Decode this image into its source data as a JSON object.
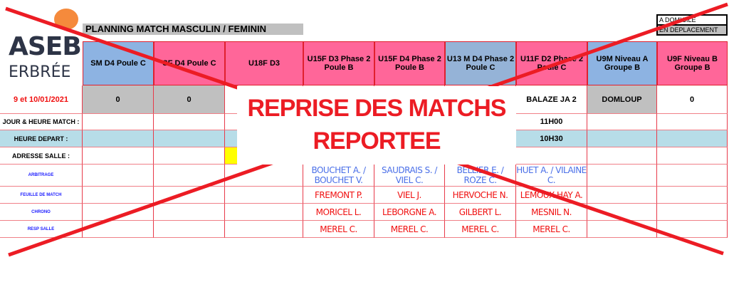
{
  "logo": {
    "line1": "ASEB",
    "line2": "ERBRÉE"
  },
  "title": "PLANNING MATCH MASCULIN / FEMININ",
  "legend": {
    "home": "A DOMICILE",
    "away": "EN DEPLACEMENT"
  },
  "date": "9 et 10/01/2021",
  "row_labels": {
    "jour": "JOUR & HEURE MATCH :",
    "depart": "HEURE DEPART :",
    "adresse": "ADRESSE SALLE :",
    "arbitrage": "ARBITRAGE",
    "feuille": "FEUILLE DE MATCH",
    "chrono": "CHRONO",
    "resp": "RESP SALLE"
  },
  "columns": [
    {
      "name": "SM D4 Poule C",
      "color": "#8db3e2",
      "opponent": "0"
    },
    {
      "name": "SF D4 Poule C",
      "color": "#ff6699",
      "opponent": "0"
    },
    {
      "name": "U18F D3",
      "color": "#ff6699"
    },
    {
      "name": "U15F D3 Phase 2 Poule B",
      "color": "#ff6699",
      "arbitrage": "BOUCHET A. / BOUCHET V.",
      "feuille": "FREMONT P.",
      "chrono": "MORICEL L.",
      "resp": "MEREL C."
    },
    {
      "name": "U15F D4 Phase 2 Poule B",
      "color": "#ff6699",
      "arbitrage": "SAUDRAIS S. / VIEL C.",
      "feuille": "VIEL J.",
      "chrono": "LEBORGNE A.",
      "resp": "MEREL C."
    },
    {
      "name": "U13 M D4 Phase 2 Poule C",
      "color": "#95b3d7",
      "arbitrage": "BELLIER E. / ROZE C.",
      "feuille": "HERVOCHE N.",
      "chrono": "GILBERT L.",
      "resp": "MEREL C."
    },
    {
      "name": "U11F D2 Phase 2 Poule C",
      "color": "#ff6699",
      "opponent": "BALAZE JA 2",
      "jour": "11H00",
      "depart": "10H30",
      "arbitrage": "HUET A. / VILAINE C.",
      "feuille": "LEMOUX-HAY A.",
      "chrono": "MESNIL N.",
      "resp": "MEREL C."
    },
    {
      "name": "U9M Niveau A Groupe B",
      "color": "#8db3e2",
      "opponent": "DOMLOUP"
    },
    {
      "name": "U9F Niveau B Groupe B",
      "color": "#ff6699",
      "opponent": "0"
    }
  ],
  "overlay": {
    "line1": "REPRISE DES MATCHS",
    "line2": "REPORTEE"
  },
  "colors": {
    "accent_red": "#ec1c24",
    "away_grey": "#c0c0c0",
    "depart_row": "#b7dde8"
  }
}
